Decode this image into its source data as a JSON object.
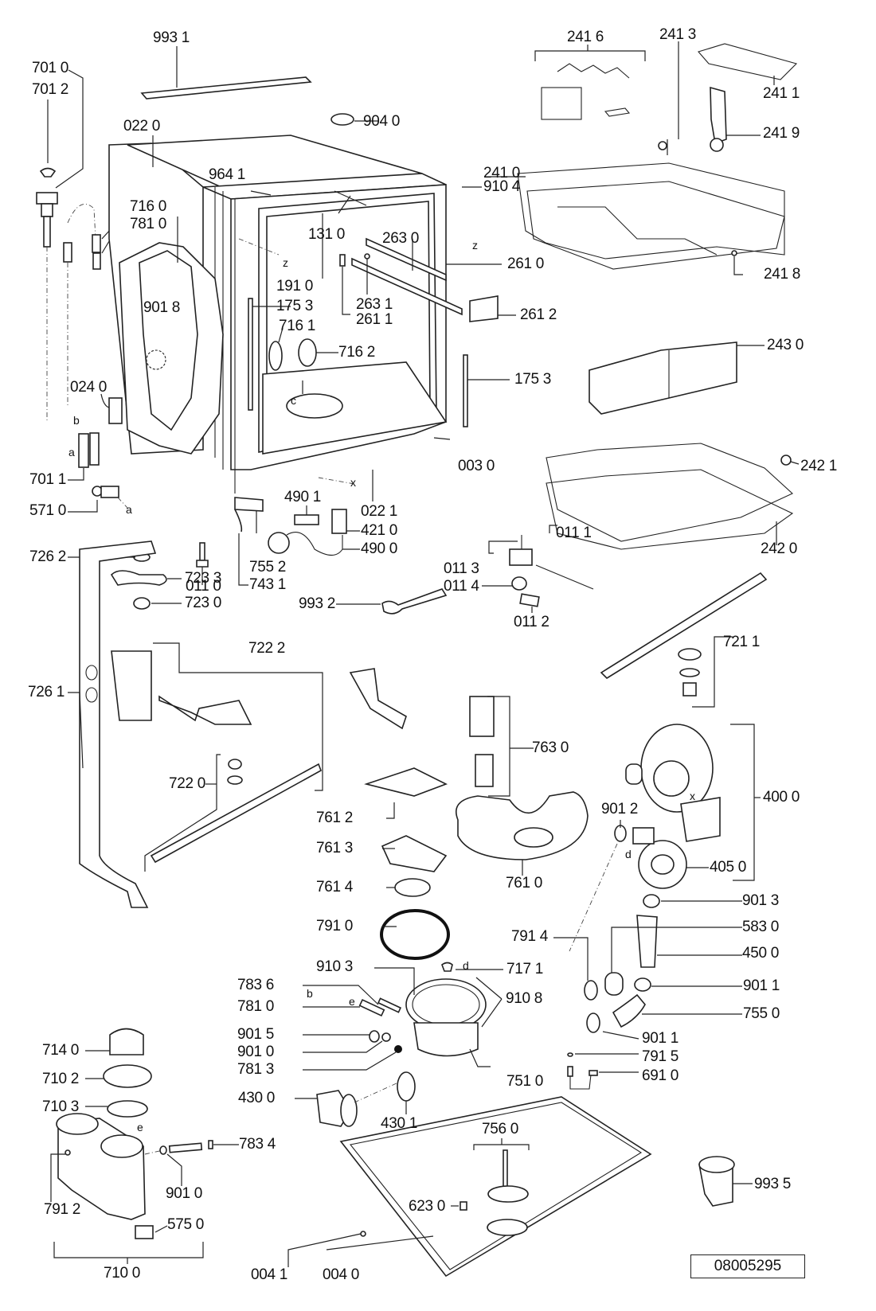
{
  "document": {
    "type": "exploded parts diagram",
    "subject": "built-in dishwasher",
    "document_number": "08005295"
  },
  "labels": {
    "p9931": "993 1",
    "p7010": "701 0",
    "p7012": "701 2",
    "p0220": "022 0",
    "p9040": "904 0",
    "p9641": "964 1",
    "p9104": "910 4",
    "p7160": "716 0",
    "p7810a": "781 0",
    "p1310": "131 0",
    "p2630": "263 0",
    "p2610": "261 0",
    "p1910": "191 0",
    "p9018": "901 8",
    "p1753a": "175 3",
    "p2631": "263 1",
    "p2611": "261 1",
    "p2612": "261 2",
    "p7161": "716 1",
    "p7162": "716 2",
    "p1753b": "175 3",
    "p0240": "024 0",
    "p0030": "003 0",
    "p7011": "701 1",
    "p5710": "571 0",
    "p4901": "490 1",
    "p0221": "022 1",
    "p4210": "421 0",
    "p4900": "490 0",
    "p7262": "726 2",
    "p0110": "011 0",
    "p7552": "755 2",
    "p7431": "743 1",
    "p7233": "723 3",
    "p7230": "723 0",
    "p9932": "993 2",
    "p0113": "011 3",
    "p0114": "011 4",
    "p0111": "011 1",
    "p0112": "011 2",
    "p2416": "241 6",
    "p2413": "241 3",
    "p2411": "241 1",
    "p2419": "241 9",
    "p2410": "241 0",
    "p2418": "241 8",
    "p2430": "243 0",
    "p2421": "242 1",
    "p2420": "242 0",
    "p7211": "721 1",
    "p7222": "722 2",
    "p7261": "726 1",
    "p7220": "722 0",
    "p7630": "763 0",
    "p7612": "761 2",
    "p7613": "761 3",
    "p7614": "761 4",
    "p7610": "761 0",
    "p4000": "400 0",
    "p9012": "901 2",
    "p4050": "405 0",
    "p7910": "791 0",
    "p9013": "901 3",
    "p5830": "583 0",
    "p4500": "450 0",
    "p7914": "791 4",
    "p9103": "910 3",
    "p7171": "717 1",
    "p9108": "910 8",
    "p9011a": "901 1",
    "p7836": "783 6",
    "p7810b": "781 0",
    "p7550": "755 0",
    "p9015": "901 5",
    "p9011b": "901 1",
    "p9010a": "901 0",
    "p7915": "791 5",
    "p7813": "781 3",
    "p6910": "691 0",
    "p7510": "751 0",
    "p7140": "714 0",
    "p7102": "710 2",
    "p7103": "710 3",
    "p4300": "430 0",
    "p4301": "430 1",
    "p7834": "783 4",
    "p9010b": "901 0",
    "p7560": "756 0",
    "p6230": "623 0",
    "p9935": "993 5",
    "p7912": "791 2",
    "p5750": "575 0",
    "p7100": "710 0",
    "p0041": "004 1",
    "p0040": "004 0"
  },
  "connector_refs": {
    "z1": "z",
    "z2": "z",
    "b1": "b",
    "a1": "a",
    "a2": "a",
    "c1": "c",
    "x1": "x",
    "x2": "x",
    "d1": "d",
    "d2": "d",
    "b2": "b",
    "e1": "e",
    "e2": "e"
  }
}
